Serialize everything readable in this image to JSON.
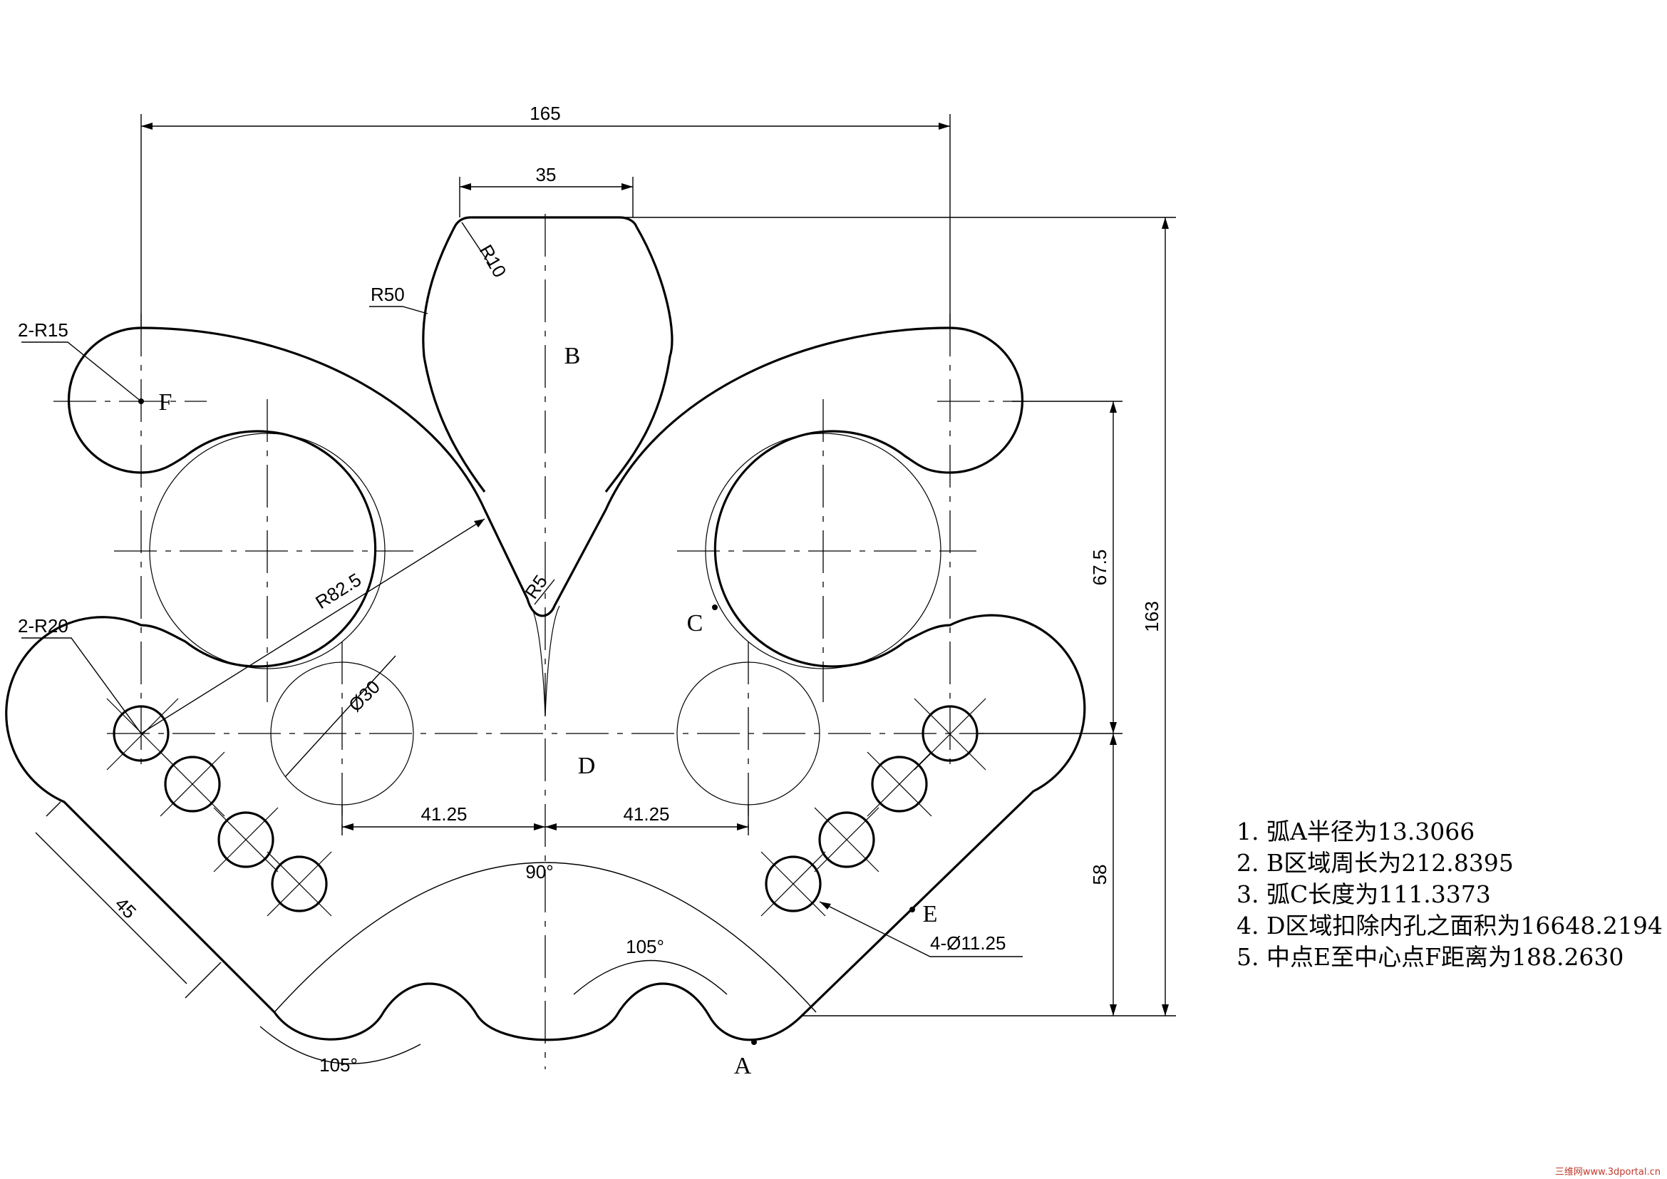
{
  "dimensions": {
    "overall_width": "165",
    "top_width": "35",
    "total_height": "163",
    "upper_height": "67.5",
    "lower_height": "58",
    "left_spacing": "41.25",
    "right_spacing": "41.25",
    "edge_length": "45",
    "outer_angle": "90°",
    "inner_angle_left": "105°",
    "inner_angle_right": "105°"
  },
  "radii": {
    "r10": "R10",
    "r50": "R50",
    "r15": "2-R15",
    "r20": "2-R20",
    "r82": "R82.5",
    "r5": "R5",
    "d30": "Ø30",
    "holes": "4-Ø11.25"
  },
  "points": {
    "a": "A",
    "b": "B",
    "c": "C",
    "d": "D",
    "e": "E",
    "f": "F"
  },
  "notes": [
    "1.  弧A半径为13.3066",
    "2.  B区域周长为212.8395",
    "3.  弧C长度为111.3373",
    "4.  D区域扣除内孔之面积为16648.2194",
    "5.  中点E至中心点F距离为188.2630"
  ],
  "watermark": "三维网www.3dportal.cn"
}
